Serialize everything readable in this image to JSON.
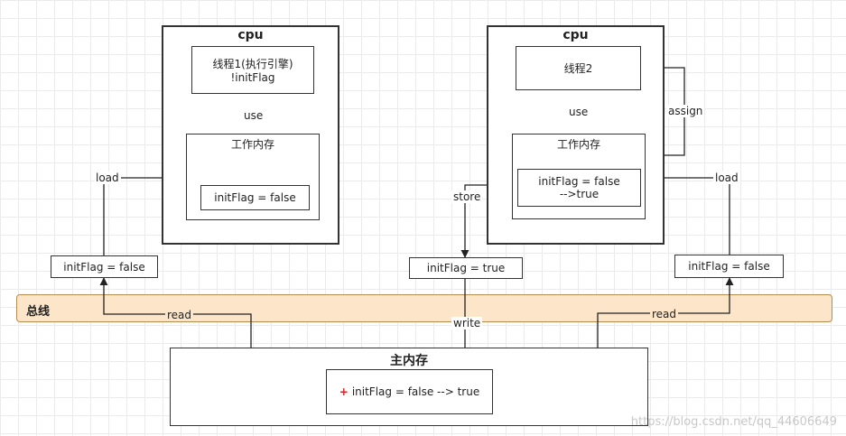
{
  "cpu_left": {
    "title": "cpu",
    "thread": {
      "line1": "线程1(执行引擎)",
      "line2": "!initFlag"
    },
    "use_label": "use",
    "work_memory": {
      "title": "工作内存",
      "value": "initFlag = false"
    }
  },
  "cpu_right": {
    "title": "cpu",
    "thread": {
      "label": "线程2"
    },
    "use_label": "use",
    "assign_label": "assign",
    "work_memory": {
      "title": "工作内存",
      "value_line1": "initFlag = false",
      "value_line2": "-->true"
    }
  },
  "left_value": "initFlag = false",
  "middle_value": "initFlag = true",
  "right_value": "initFlag = false",
  "labels": {
    "load_left": "load",
    "load_right": "load",
    "store": "store",
    "read_left": "read",
    "read_right": "read",
    "write": "write"
  },
  "bus": {
    "label": "总线",
    "color": "#fce5c8"
  },
  "main_memory": {
    "title": "主内存",
    "plus": "+",
    "value": "initFlag = false --> true"
  },
  "watermark": "https://blog.csdn.net/qq_44606649"
}
